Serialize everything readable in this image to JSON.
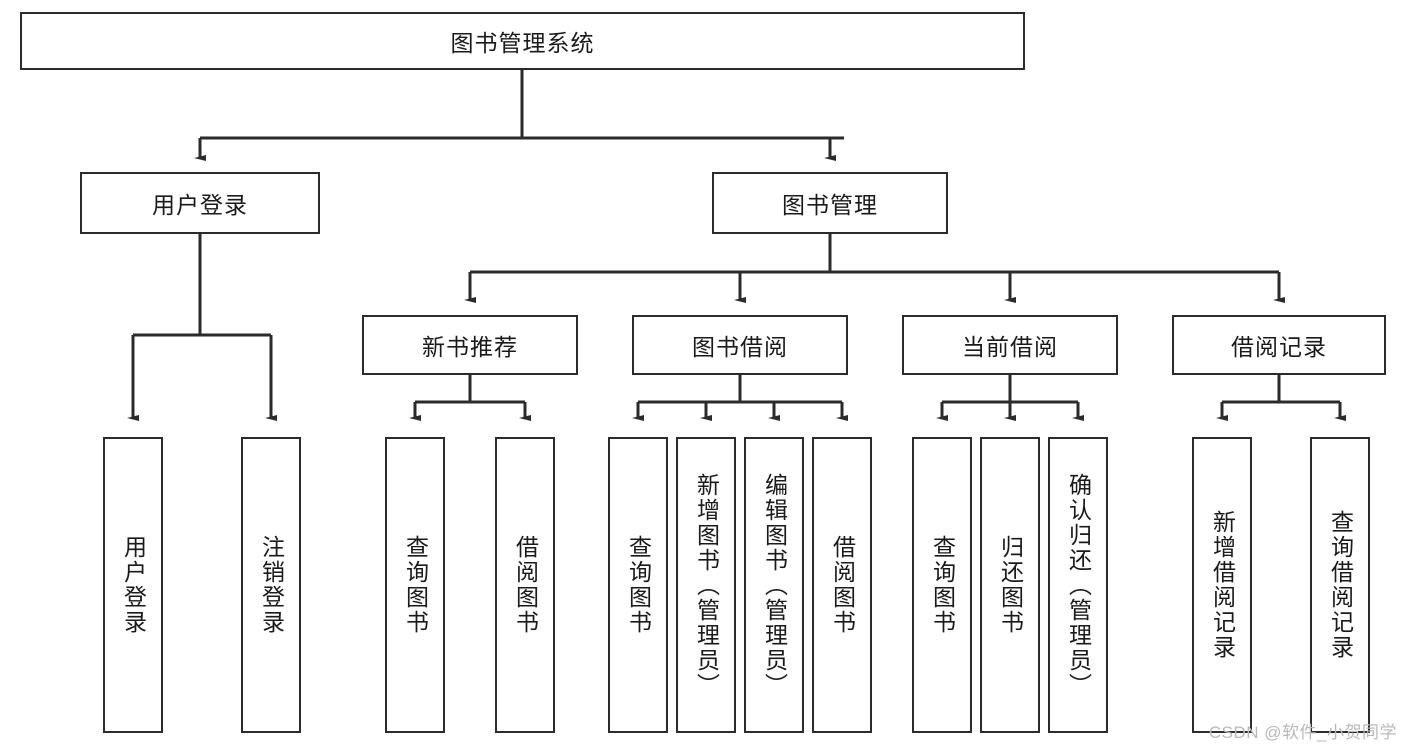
{
  "diagram": {
    "title": "图书管理系统",
    "watermark": "CSDN @软件_小贺同学",
    "colors": {
      "box_border": "#2b2b2b",
      "box_fill": "#ffffff",
      "connector": "#2b2b2b",
      "text": "#1a1a1a",
      "watermark": "#b9b9b9"
    },
    "root": {
      "label": "图书管理系统"
    },
    "level2": [
      {
        "label": "用户登录"
      },
      {
        "label": "图书管理"
      }
    ],
    "level3": [
      {
        "label": "新书推荐"
      },
      {
        "label": "图书借阅"
      },
      {
        "label": "当前借阅"
      },
      {
        "label": "借阅记录"
      }
    ],
    "leaves": {
      "user_login": [
        {
          "label": "用户登录"
        },
        {
          "label": "注销登录"
        }
      ],
      "new_book_recommend": [
        {
          "label": "查询图书"
        },
        {
          "label": "借阅图书"
        }
      ],
      "book_borrow": [
        {
          "label": "查询图书"
        },
        {
          "label": "新增图书（管理员）"
        },
        {
          "label": "编辑图书（管理员）"
        },
        {
          "label": "借阅图书"
        }
      ],
      "current_borrow": [
        {
          "label": "查询图书"
        },
        {
          "label": "归还图书"
        },
        {
          "label": "确认归还（管理员）"
        }
      ],
      "borrow_records": [
        {
          "label": "新增借阅记录"
        },
        {
          "label": "查询借阅记录"
        }
      ]
    }
  }
}
